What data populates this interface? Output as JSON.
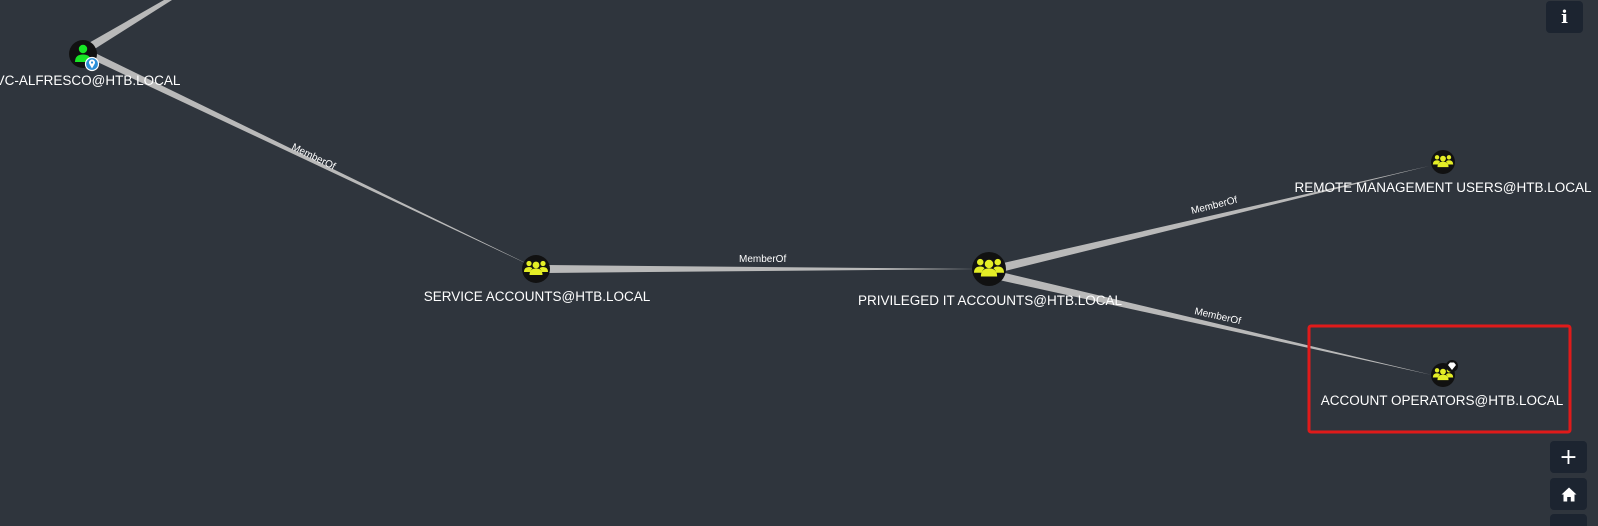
{
  "colors": {
    "background": "#2f353d",
    "edge": "#b9b9b9",
    "group_icon": "#e4ee26",
    "user_icon": "#17e625",
    "node_circle": "#111111",
    "highlight_box": "#e01a1a",
    "control_bg": "#1c2430"
  },
  "nodes": {
    "svc_alfresco": {
      "label": "VC-ALFRESCO@HTB.LOCAL",
      "icon": "user-icon",
      "badge": "location-pin-icon"
    },
    "service_accounts": {
      "label": "SERVICE ACCOUNTS@HTB.LOCAL",
      "icon": "group-icon"
    },
    "privileged_it": {
      "label": "PRIVILEGED IT ACCOUNTS@HTB.LOCAL",
      "icon": "group-icon"
    },
    "remote_mgmt": {
      "label": "REMOTE MANAGEMENT USERS@HTB.LOCAL",
      "icon": "group-icon"
    },
    "account_operators": {
      "label": "ACCOUNT OPERATORS@HTB.LOCAL",
      "icon": "group-icon",
      "badge": "gem-icon"
    }
  },
  "edges": {
    "e1": {
      "label": "MemberOf"
    },
    "e2": {
      "label": "MemberOf"
    },
    "e3": {
      "label": "MemberOf"
    },
    "e4": {
      "label": "MemberOf"
    }
  },
  "controls": {
    "info_label": "i",
    "zoom_in_label": "+",
    "home_icon": "home-icon"
  }
}
